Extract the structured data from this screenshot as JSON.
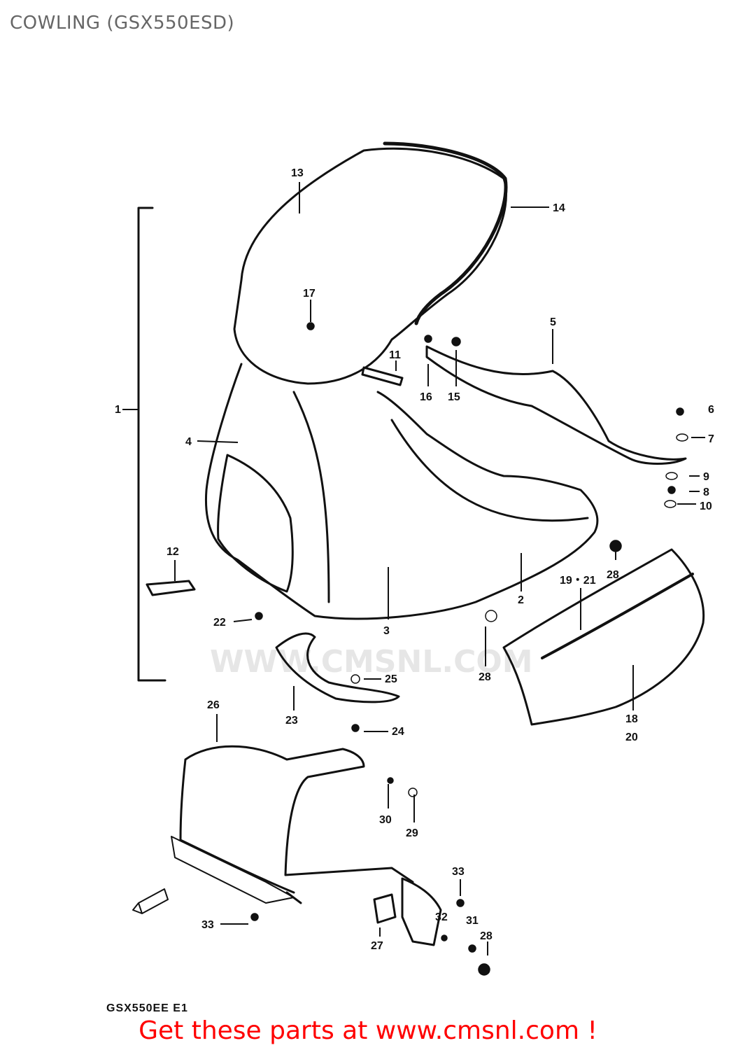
{
  "title": "COWLING (GSX550ESD)",
  "watermark": "WWW.CMSNL.COM",
  "model_code": "GSX550EE E1",
  "cta": "Get these parts at www.cmsnl.com !",
  "colors": {
    "cta": "#ff0000",
    "line": "#111111",
    "title": "#666666",
    "watermark": "#cfcfcf"
  },
  "labels": {
    "p1": "1",
    "p2": "2",
    "p3": "3",
    "p4": "4",
    "p5": "5",
    "p6": "6",
    "p7": "7",
    "p8": "8",
    "p9": "9",
    "p10": "10",
    "p11": "11",
    "p12": "12",
    "p13": "13",
    "p14": "14",
    "p15": "15",
    "p16": "16",
    "p17": "17",
    "p18": "18",
    "p19_21": "19・21",
    "p20": "20",
    "p22": "22",
    "p23": "23",
    "p24": "24",
    "p25": "25",
    "p26": "26",
    "p27": "27",
    "p28a": "28",
    "p28b": "28",
    "p28c": "28",
    "p29": "29",
    "p30": "30",
    "p31": "31",
    "p32": "32",
    "p33a": "33",
    "p33b": "33"
  }
}
